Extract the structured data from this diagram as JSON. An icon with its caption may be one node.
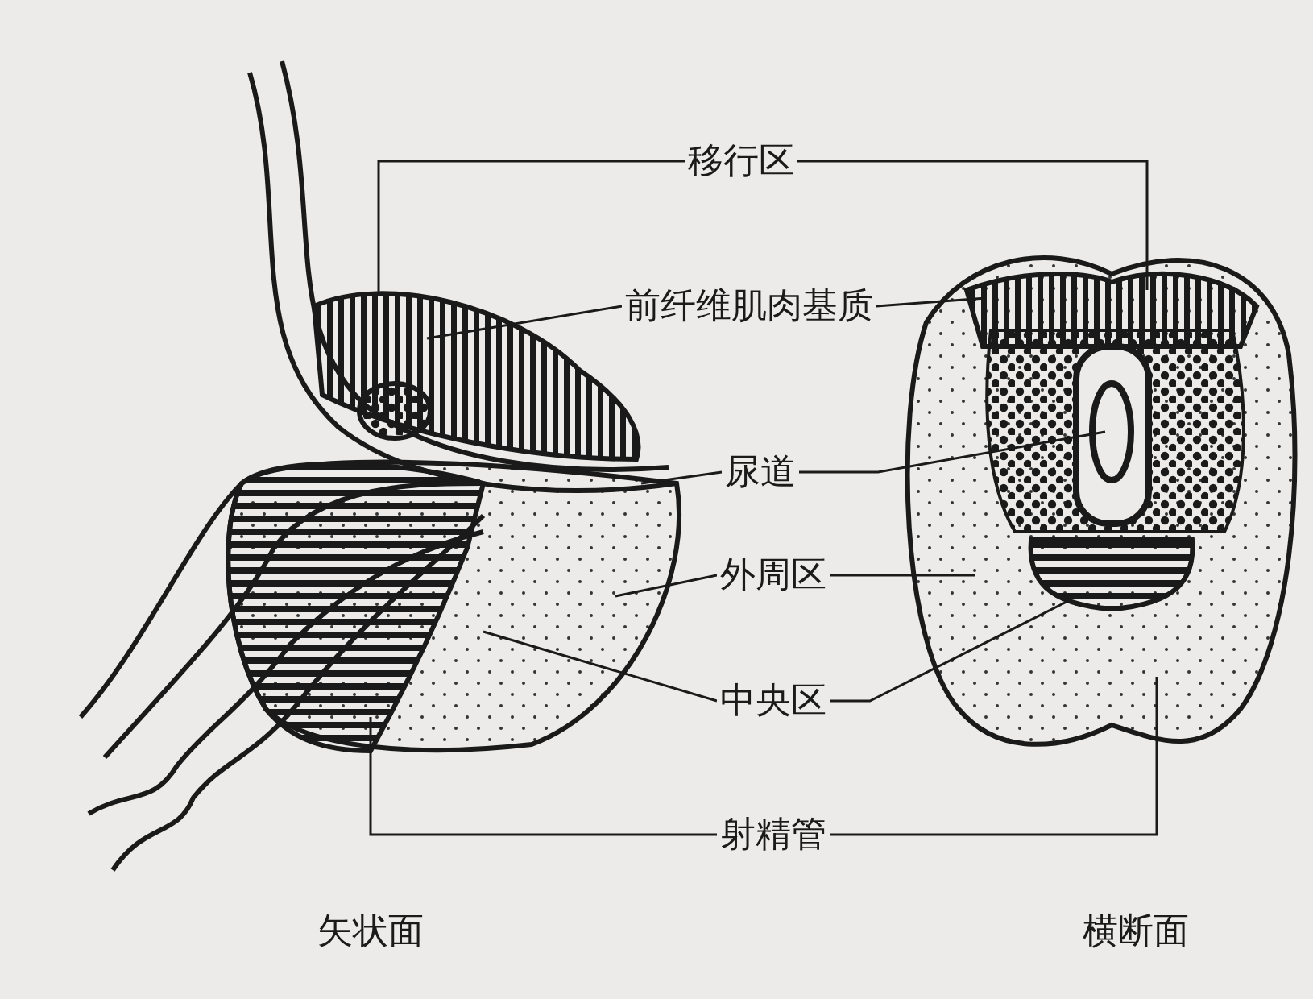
{
  "diagram": {
    "nodes": [
      {
        "text": [
          "移行区"
        ]
      },
      {
        "text": [
          "前纤维肌肉基质"
        ]
      },
      {
        "text": [
          "尿道"
        ]
      },
      {
        "text": [
          "外周区"
        ]
      },
      {
        "text": [
          "中央区"
        ]
      },
      {
        "text": [
          "射精管"
        ]
      },
      {
        "text": [
          "矢状面"
        ]
      },
      {
        "text": [
          "横断面"
        ]
      },
      {
        "text": [],
        "shape": "picture"
      },
      {
        "text": [],
        "shape": "picture"
      }
    ],
    "edges": [
      {
        "from": 0,
        "to": 8,
        "arrow": "none"
      },
      {
        "from": 0,
        "to": 9,
        "arrow": "none"
      },
      {
        "from": 1,
        "to": 8,
        "arrow": "none"
      },
      {
        "from": 1,
        "to": 9,
        "arrow": "none"
      },
      {
        "from": 2,
        "to": 8,
        "arrow": "none"
      },
      {
        "from": 2,
        "to": 9,
        "arrow": "none"
      },
      {
        "from": 3,
        "to": 8,
        "arrow": "none"
      },
      {
        "from": 3,
        "to": 9,
        "arrow": "none"
      },
      {
        "from": 4,
        "to": 8,
        "arrow": "none"
      },
      {
        "from": 4,
        "to": 9,
        "arrow": "none"
      },
      {
        "from": 5,
        "to": 8,
        "arrow": "none"
      },
      {
        "from": 5,
        "to": 9,
        "arrow": "none"
      }
    ]
  }
}
